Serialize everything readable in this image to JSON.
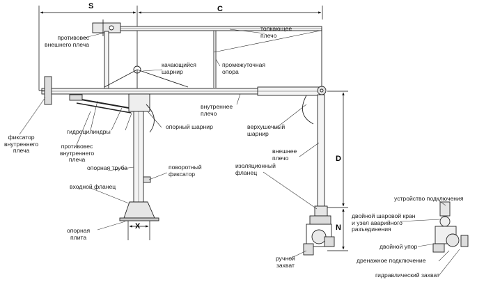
{
  "dimensions": {
    "s": "S",
    "c": "C",
    "d": "D",
    "n": "N",
    "x": "X"
  },
  "labels": {
    "outer_counterweight": "противовес\nвнешнего плеча",
    "pushing_arm": "толкающее\nплечо",
    "swing_joint": "качающийся\nшарнир",
    "intermediate_support": "промежуточная\nопора",
    "inner_arm": "внутреннее\nплечо",
    "support_joint": "опорный шарнир",
    "hydraulic_cylinders": "гидроцилиндры",
    "inner_arm_lock": "фиксатор\nвнутреннего\nплеча",
    "inner_counterweight": "противовес\nвнутреннего\nплеча",
    "apex_joint": "верхушечный\nшарнир",
    "outer_arm": "внешнее\nплечо",
    "support_pipe": "опорная труба",
    "rotary_lock": "поворотный\nфиксатор",
    "insulating_flange": "изоляционный\nфланец",
    "inlet_flange": "входной фланец",
    "support_plate": "опорная\nплита",
    "manual_grip": "ручной\nзахват",
    "connection_device": "устройство подключения",
    "double_ball_valve": "двойной шаровой кран\nи узел аварийного\nразъединения",
    "double_stop": "двойной упор",
    "drain_connection": "дренажное подключение",
    "hydraulic_grip": "гидравлический захват"
  }
}
